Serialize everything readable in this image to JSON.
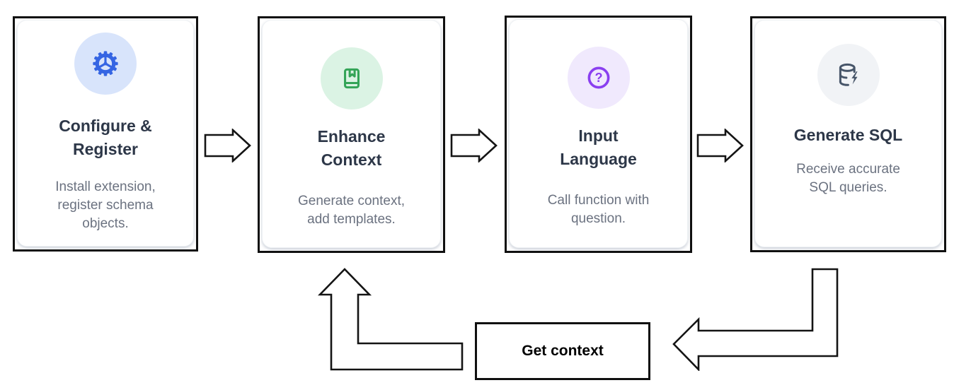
{
  "cards": [
    {
      "title": "Configure &\nRegister",
      "description": "Install extension,\nregister schema\nobjects.",
      "icon": "gear-icon",
      "icon_color": "#3565e3",
      "icon_bg": "#d8e4fb"
    },
    {
      "title": "Enhance\nContext",
      "description": "Generate context,\nadd templates.",
      "icon": "book-bookmark-icon",
      "icon_color": "#33a457",
      "icon_bg": "#dbf3e4"
    },
    {
      "title": "Input\nLanguage",
      "description": "Call function with\nquestion.",
      "icon": "question-circle-icon",
      "icon_color": "#8a3ff0",
      "icon_bg": "#f0e9fd"
    },
    {
      "title": "Generate SQL",
      "description": "Receive accurate\nSQL queries.",
      "icon": "database-zap-icon",
      "icon_color": "#475569",
      "icon_bg": "#f1f3f6"
    }
  ],
  "loop": {
    "label": "Get context"
  },
  "colors": {
    "card_border": "#101010",
    "title_text": "#2d3748",
    "description_text": "#6b7280",
    "arrow_outline": "#141414",
    "background": "#ffffff"
  }
}
